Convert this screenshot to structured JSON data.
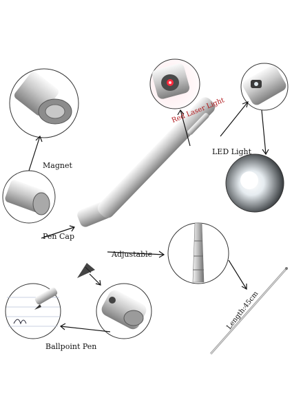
{
  "labels": {
    "magnet": "Magnet",
    "pen_cap": "Pen Cap",
    "adjustable": "Adjustable",
    "ballpoint_pen": "Ballpoint Pen",
    "red_laser_light": "Red Laser Light",
    "led_light": "LED Light",
    "length": "Length:45cm"
  },
  "colors": {
    "laser_text": "#b0181c",
    "label_text": "#111111",
    "metal_light": "#eeeeee",
    "metal_dark": "#9a9a9a"
  }
}
